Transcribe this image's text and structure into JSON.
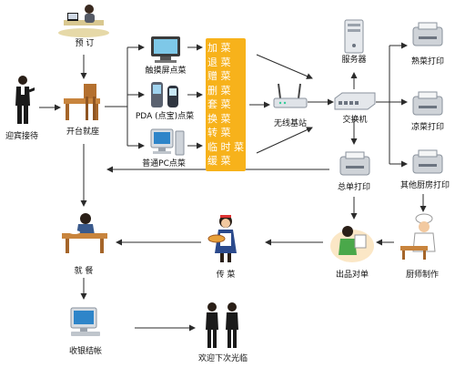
{
  "labels": {
    "reserve": "预 订",
    "greeter": "迎宾接待",
    "seating": "开台就座",
    "touchscreen": "触摸屏点菜",
    "pda": "PDA (点宝)点菜",
    "pc": "普通PC点菜",
    "wireless": "无线基站",
    "server": "服务器",
    "switch": "交换机",
    "summary_printer": "总单打印",
    "hot_printer": "熟菜打印",
    "cold_printer": "凉菜打印",
    "other_printer": "其他厨房打印",
    "chef": "厨师制作",
    "check_out": "出品对单",
    "serve": "传 菜",
    "dine": "就 餐",
    "cashier": "收银结帐",
    "farewell": "欢迎下次光临"
  },
  "operations": {
    "col1": [
      "加",
      "退",
      "赠",
      "删",
      "套",
      "换",
      "转",
      "临",
      "缓"
    ],
    "col2": [
      "菜",
      "菜",
      "菜",
      "菜",
      "菜",
      "菜",
      "菜",
      "时",
      "菜"
    ],
    "col3": [
      "",
      "",
      "",
      "",
      "",
      "",
      "",
      "菜",
      ""
    ]
  },
  "colors": {
    "ops_panel": "#f7b21b",
    "arrow": "#2b2b2b",
    "table_wood": "#c8843d",
    "printer_body": "#cfd3d8"
  }
}
